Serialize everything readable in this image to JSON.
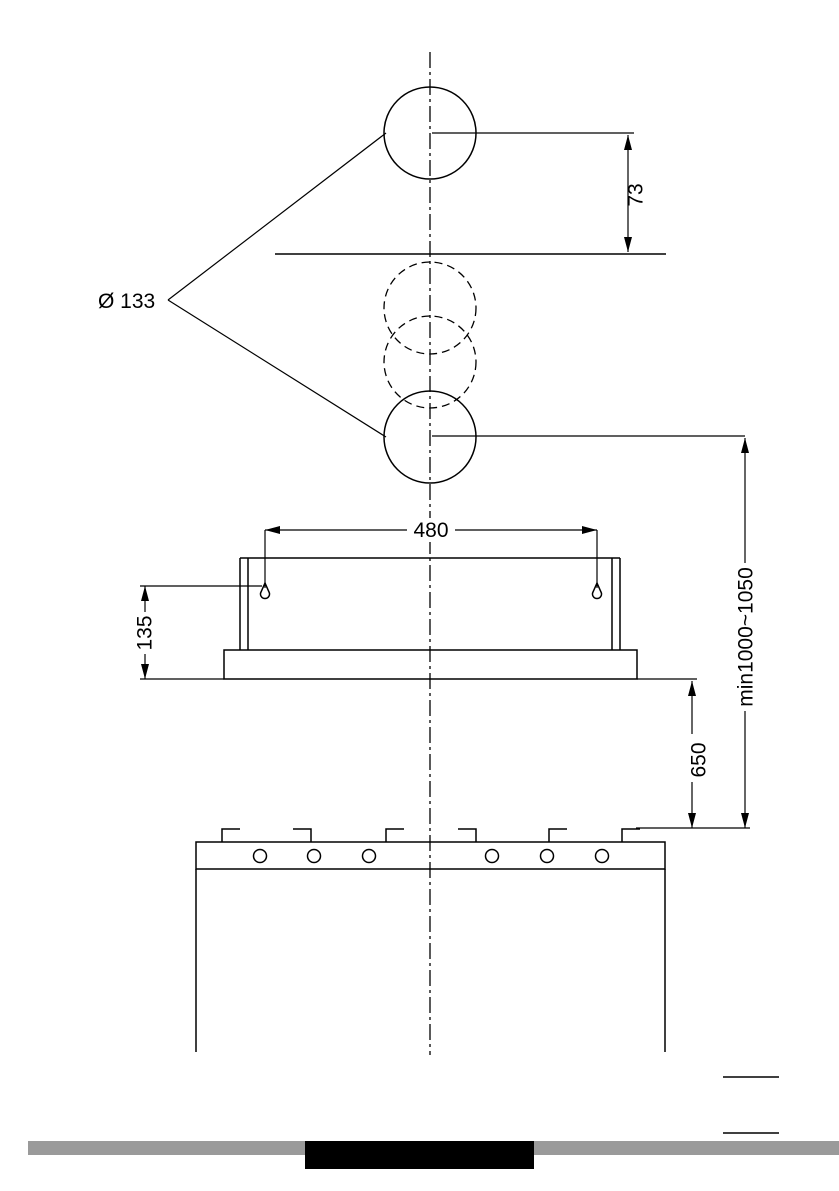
{
  "dimensions": {
    "diameter": "Ø 133",
    "offset_top": "73",
    "width_bracket": "480",
    "height_bracket": "135",
    "clearance_min": "650",
    "range": "min1000~1050"
  },
  "colors": {
    "line": "#000000",
    "footer_bar": "#9a9a9a",
    "footer_block": "#000000"
  }
}
